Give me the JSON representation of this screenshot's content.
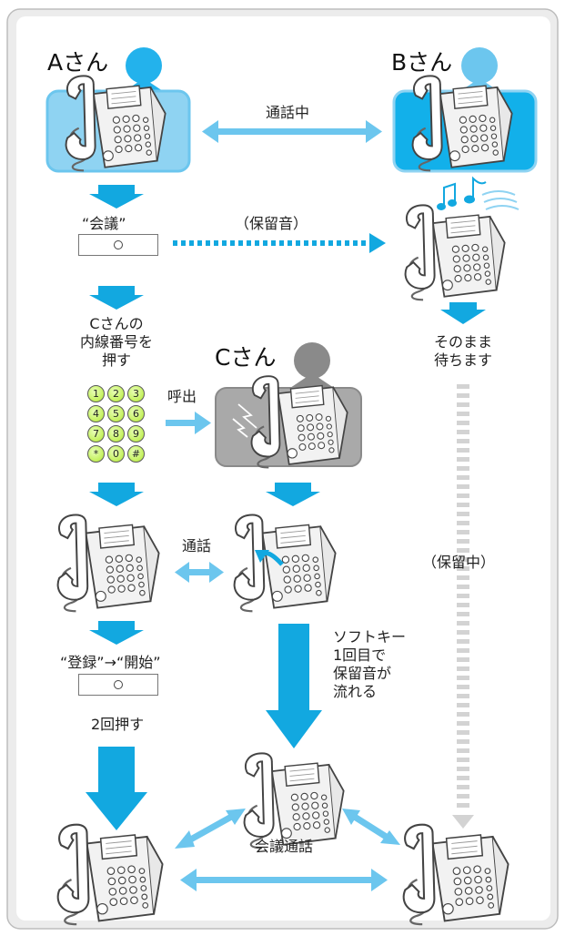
{
  "persons": {
    "a": "Aさん",
    "b": "Bさん",
    "c": "Cさん"
  },
  "labels": {
    "talking": "通話中",
    "conference_key": "“会議”",
    "hold_tone": "（保留音）",
    "dial_c": [
      "Cさんの",
      "内線番号を",
      "押す"
    ],
    "call_out": "呼出",
    "talk": "通話",
    "wait": [
      "そのまま",
      "待ちます"
    ],
    "on_hold": "（保留中）",
    "register_start": "“登録”→“開始”",
    "press_twice": "2回押す",
    "softkey_note": [
      "ソフトキー",
      "1回目で",
      "保留音が",
      "流れる"
    ],
    "conference_call": "会議通話"
  },
  "keypad": [
    "1",
    "2",
    "3",
    "4",
    "5",
    "6",
    "7",
    "8",
    "9",
    "*",
    "0",
    "#"
  ],
  "colors": {
    "arrow_blue": "#12a8e0",
    "link_blue": "#6cc6ee",
    "panel_light": "#8fd3f2",
    "panel_strong": "#12b0ea",
    "panel_gray": "#a9a9a9",
    "person_blue": "#23b2ec",
    "person_gray": "#8a8a8a",
    "hold_dash": "#d3d3d3",
    "keypad_green": "#c3f05a"
  }
}
